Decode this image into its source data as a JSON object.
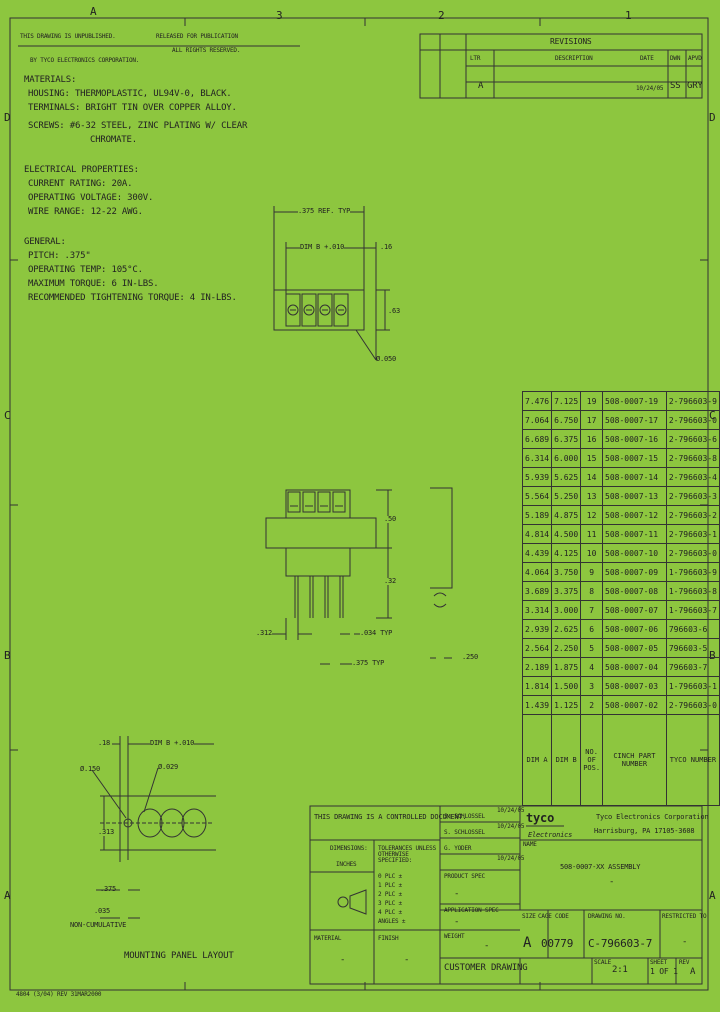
{
  "grid": {
    "top": [
      "A",
      "3",
      "2",
      "1"
    ],
    "side": [
      "D",
      "C",
      "B",
      "A"
    ]
  },
  "header": {
    "line1_left": "THIS DRAWING IS UNPUBLISHED.",
    "line1_right": "RELEASED FOR PUBLICATION",
    "line2": "ALL RIGHTS RESERVED.",
    "copyright": "BY TYCO ELECTRONICS CORPORATION."
  },
  "revisions": {
    "title": "REVISIONS",
    "cols": [
      "LTR",
      "DESCRIPTION",
      "DATE",
      "DWN",
      "APVD"
    ],
    "row": {
      "ltr": "A",
      "date": "10/24/05",
      "dwn": "SS",
      "apvd": "GRY"
    }
  },
  "notes": {
    "materials_title": "MATERIALS:",
    "materials": [
      "HOUSING: THERMOPLASTIC, UL94V-0, BLACK.",
      "TERMINALS: BRIGHT TIN OVER COPPER ALLOY.",
      "SCREWS: #6-32 STEEL, ZINC PLATING W/ CLEAR",
      "CHROMATE."
    ],
    "electrical_title": "ELECTRICAL PROPERTIES:",
    "electrical": [
      "CURRENT RATING: 20A.",
      "OPERATING VOLTAGE: 300V.",
      "WIRE RANGE: 12-22 AWG."
    ],
    "general_title": "GENERAL:",
    "general": [
      "PITCH: .375\"",
      "OPERATING TEMP: 105°C.",
      "MAXIMUM TORQUE: 6 IN-LBS.",
      "RECOMMENDED TIGHTENING TORQUE: 4 IN-LBS."
    ]
  },
  "dims": {
    "dim_a": ".375 REF. TYP",
    "dim_b": "DIM B +.010",
    "d016": ".16",
    "d063": ".63",
    "d050": "Ø.050",
    "d050b": ".50",
    "d032": ".32",
    "d312": ".312",
    "d034": ".034 TYP",
    "d375": ".375 TYP",
    "d250": ".250",
    "d18": ".18",
    "dim_b2": "DIM B +.010",
    "d150": "Ø.150",
    "d029": "Ø.029",
    "d313": ".313",
    "d375b": ".375",
    "d035": ".035",
    "noncum": "NON-CUMULATIVE",
    "panel_title": "MOUNTING PANEL LAYOUT"
  },
  "table": {
    "rows": [
      [
        "7.476",
        "7.125",
        "19",
        "508-0007-19",
        "2-796603-9"
      ],
      [
        "7.064",
        "6.750",
        "17",
        "508-0007-17",
        "2-796603-0"
      ],
      [
        "6.689",
        "6.375",
        "16",
        "508-0007-16",
        "2-796603-6"
      ],
      [
        "6.314",
        "6.000",
        "15",
        "508-0007-15",
        "2-796603-8"
      ],
      [
        "5.939",
        "5.625",
        "14",
        "508-0007-14",
        "2-796603-4"
      ],
      [
        "5.564",
        "5.250",
        "13",
        "508-0007-13",
        "2-796603-3"
      ],
      [
        "5.189",
        "4.875",
        "12",
        "508-0007-12",
        "2-796603-2"
      ],
      [
        "4.814",
        "4.500",
        "11",
        "508-0007-11",
        "2-796603-1"
      ],
      [
        "4.439",
        "4.125",
        "10",
        "508-0007-10",
        "2-796603-0"
      ],
      [
        "4.064",
        "3.750",
        "9",
        "508-0007-09",
        "1-796603-9"
      ],
      [
        "3.689",
        "3.375",
        "8",
        "508-0007-08",
        "1-796603-8"
      ],
      [
        "3.314",
        "3.000",
        "7",
        "508-0007-07",
        "1-796603-7"
      ],
      [
        "2.939",
        "2.625",
        "6",
        "508-0007-06",
        "796603-6"
      ],
      [
        "2.564",
        "2.250",
        "5",
        "508-0007-05",
        "796603-5"
      ],
      [
        "2.189",
        "1.875",
        "4",
        "508-0007-04",
        "796603-7"
      ],
      [
        "1.814",
        "1.500",
        "3",
        "508-0007-03",
        "1-796603-1"
      ],
      [
        "1.439",
        "1.125",
        "2",
        "508-0007-02",
        "2-796603-0"
      ]
    ],
    "head": {
      "c1": "DIM A",
      "c2": "DIM B",
      "c3": "NO. OF POS.",
      "c4": "CINCH PART NUMBER",
      "c5": "TYCO NUMBER"
    }
  },
  "titleblock": {
    "controlled": "THIS DRAWING IS A CONTROLLED DOCUMENT.",
    "dwn": "S. SCHLOSSEL",
    "chk": "S. SCHLOSSEL",
    "appvd": "G. YODER",
    "date1": "10/24/05",
    "date2": "10/24/05",
    "date3": "10/24/05",
    "dimensions": "DIMENSIONS:",
    "inches": "INCHES",
    "tolerances": "TOLERANCES UNLESS OTHERWISE SPECIFIED:",
    "tol_rows": [
      "0 PLC ±",
      "1 PLC ±",
      "2 PLC ±",
      "3 PLC ±",
      "4 PLC ±",
      "ANGLES ±"
    ],
    "material": "MATERIAL",
    "finish": "FINISH",
    "dash": "-",
    "logo_top": "tyco",
    "logo_bottom": "Electronics",
    "company": "Tyco Electronics Corporation",
    "city": "Harrisburg, PA 17105-3608",
    "name_label": "NAME",
    "name": "508-0007-XX ASSEMBLY",
    "product_spec": "PRODUCT SPEC",
    "application_spec": "APPLICATION SPEC",
    "weight": "WEIGHT",
    "size_label": "SIZE",
    "size": "A",
    "cage_label": "CAGE CODE",
    "cage": "00779",
    "dwg_label": "DRAWING NO.",
    "dwg": "C-796603-7",
    "restricted": "RESTRICTED TO",
    "customer": "CUSTOMER DRAWING",
    "scale_label": "SCALE",
    "scale": "2:1",
    "sheet_label": "SHEET",
    "sheet": "1 OF 1",
    "rev_label": "REV",
    "rev": "A",
    "footer": "4804 (3/04) REV 31MAR2000"
  }
}
